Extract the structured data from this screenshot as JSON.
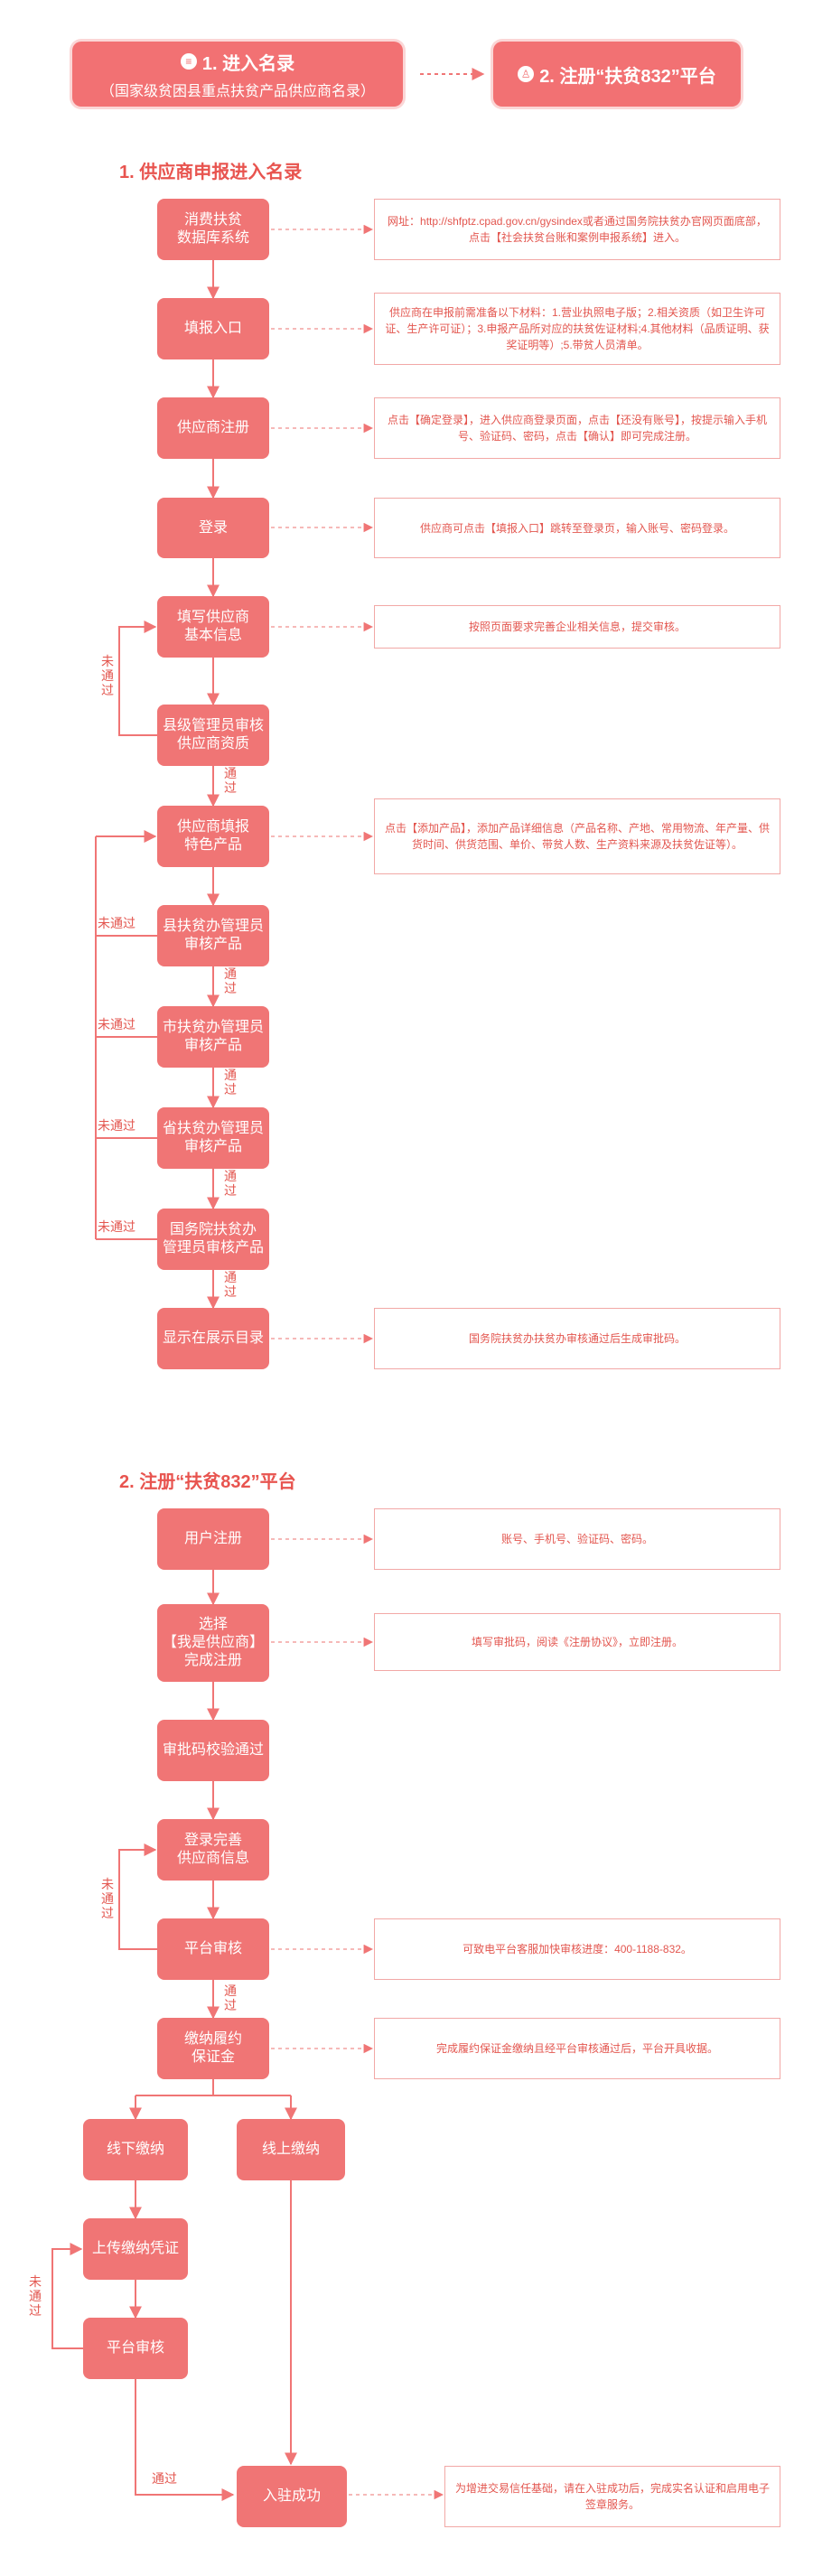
{
  "header": {
    "step1": {
      "icon": "list-icon",
      "title": "1. 进入名录",
      "subtitle": "（国家级贫困县重点扶贫产品供应商名录）"
    },
    "step2": {
      "icon": "user-icon",
      "title": "2. 注册“扶贫832”平台"
    }
  },
  "section1": {
    "title": "1. 供应商申报进入名录",
    "steps": [
      "消费扶贫\n数据库系统",
      "填报入口",
      "供应商注册",
      "登录",
      "填写供应商\n基本信息",
      "县级管理员审核\n供应商资质",
      "供应商填报\n特色产品",
      "县扶贫办管理员\n审核产品",
      "市扶贫办管理员\n审核产品",
      "省扶贫办管理员\n审核产品",
      "国务院扶贫办\n管理员审核产品",
      "显示在展示目录"
    ],
    "notes": [
      "网址：http://shfptz.cpad.gov.cn/gysindex或者通过国务院扶贫办官网页面底部，点击【社会扶贫台账和案例申报系统】进入。",
      "供应商在申报前需准备以下材料：1.营业执照电子版；2.相关资质（如卫生许可证、生产许可证）；3.申报产品所对应的扶贫佐证材料;4.其他材料（品质证明、获奖证明等）;5.带贫人员清单。",
      "点击【确定登录】，进入供应商登录页面，点击【还没有账号】，按提示输入手机号、验证码、密码，点击【确认】即可完成注册。",
      "供应商可点击【填报入口】跳转至登录页，输入账号、密码登录。",
      "按照页面要求完善企业相关信息，提交审核。",
      "点击【添加产品】，添加产品详细信息（产品名称、产地、常用物流、年产量、供货时间、供货范围、单价、带贫人数、生产资料来源及扶贫佐证等）。",
      "国务院扶贫办扶贫办审核通过后生成审批码。"
    ],
    "pass": "通\n过",
    "fail": "未通过",
    "fail_vertical": "未\n通\n过"
  },
  "section2": {
    "title": "2. 注册“扶贫832”平台",
    "steps": [
      "用户注册",
      "选择\n【我是供应商】\n完成注册",
      "审批码校验通过",
      "登录完善\n供应商信息",
      "平台审核",
      "缴纳履约\n保证金",
      "线下缴纳",
      "线上缴纳",
      "上传缴纳凭证",
      "平台审核",
      "入驻成功"
    ],
    "notes": [
      "账号、手机号、验证码、密码。",
      "填写审批码，阅读《注册协议》，立即注册。",
      "可致电平台客服加快审核进度：400-1188-832。",
      "完成履约保证金缴纳且经平台审核通过后，平台开具收据。",
      "为增进交易信任基础，请在入驻成功后，完成实名认证和启用电子签章服务。"
    ],
    "pass": "通\n过",
    "pass_h": "通过",
    "fail_vertical": "未\n通\n过"
  },
  "colors": {
    "accent": "#f07575",
    "title": "#e8544f",
    "note_border": "#f2a8a6"
  }
}
